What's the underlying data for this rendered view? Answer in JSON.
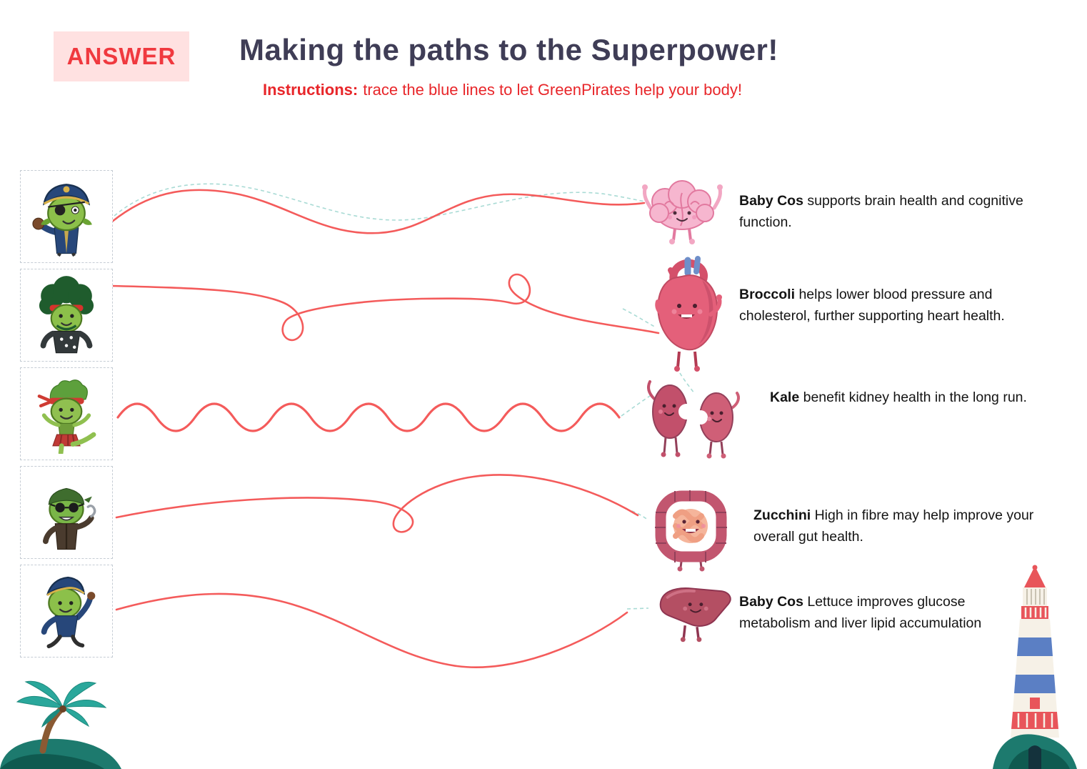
{
  "badge": {
    "label": "ANSWER"
  },
  "header": {
    "title": "Making the paths to the Superpower!",
    "instructions_label": "Instructions:",
    "instructions_text": "trace the blue lines to let GreenPirates help your body!"
  },
  "characters": [
    {
      "icon": "baby-cos-captain-pirate-icon"
    },
    {
      "icon": "broccoli-afro-pirate-icon"
    },
    {
      "icon": "kale-kicking-pirate-icon"
    },
    {
      "icon": "zucchini-hook-pirate-icon"
    },
    {
      "icon": "baby-cos-jumping-pirate-icon"
    }
  ],
  "matches": [
    {
      "organ_icon": "brain-icon",
      "bold": "Baby Cos",
      "text": " supports brain health and cognitive function."
    },
    {
      "organ_icon": "heart-icon",
      "bold": "Broccoli",
      "text": " helps lower blood pressure and cholesterol, further supporting heart health."
    },
    {
      "organ_icon": "kidneys-icon",
      "bold": "Kale",
      "text": " benefit kidney health in the long run."
    },
    {
      "organ_icon": "gut-icon",
      "bold": "Zucchini",
      "text": " High in fibre may help improve your overall gut health."
    },
    {
      "organ_icon": "liver-icon",
      "bold": "Baby Cos",
      "text": " Lettuce improves glucose metabolism and liver lipid accumulation"
    }
  ],
  "decorations": {
    "bottom_left": "palm-tree-island-icon",
    "bottom_right": "lighthouse-icon"
  },
  "colors": {
    "answer_line_red": "#f45b5b",
    "guide_line_teal": "#a9dbd5",
    "badge_bg": "#ffe1e1",
    "badge_text": "#f0393f",
    "title_text": "#3f3d56",
    "instructions_red": "#e8262a"
  }
}
